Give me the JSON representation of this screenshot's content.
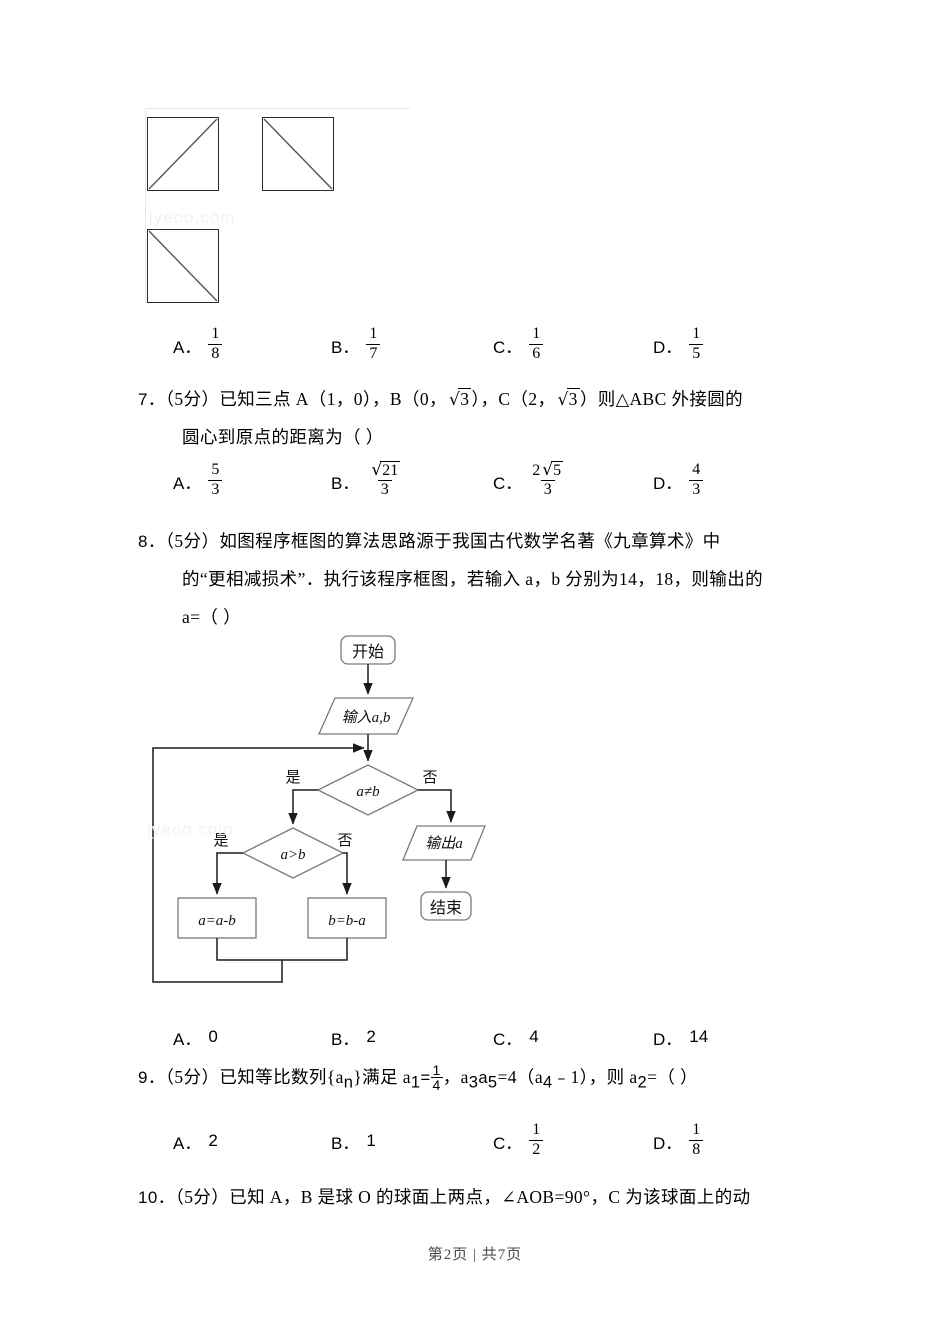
{
  "page": {
    "footer": "第2页 | 共7页",
    "watermark": "jyeoo.com"
  },
  "figure_squares": {
    "caption": "",
    "squares": [
      {
        "label": "square-1",
        "diagonal": "bottom-left-to-top-right"
      },
      {
        "label": "square-2",
        "diagonal": "top-left-to-bottom-right"
      },
      {
        "label": "square-3",
        "diagonal": "top-left-to-bottom-right"
      }
    ]
  },
  "q6_options": {
    "a_label": "A．",
    "a_num": "1",
    "a_den": "8",
    "b_label": "B．",
    "b_num": "1",
    "b_den": "7",
    "c_label": "C．",
    "c_num": "1",
    "c_den": "6",
    "d_label": "D．",
    "d_num": "1",
    "d_den": "5"
  },
  "q7": {
    "number": "7．",
    "score": "（5分）",
    "line1_a": "已知三点 A（1，0），B（0，",
    "line1_sqrt1": "3",
    "line1_b": "），C（2，",
    "line1_sqrt2": "3",
    "line1_c": "）则△ABC 外接圆的",
    "line2": "圆心到原点的距离为（      ）",
    "options": {
      "a_label": "A．",
      "a_num": "5",
      "a_den": "3",
      "b_label": "B．",
      "b_num_radicand": "21",
      "b_den": "3",
      "c_label": "C．",
      "c_num_coef": "2",
      "c_num_radicand": "5",
      "c_den": "3",
      "d_label": "D．",
      "d_num": "4",
      "d_den": "3"
    }
  },
  "q8": {
    "number": "8．",
    "score": "（5分）",
    "line1": "如图程序框图的算法思路源于我国古代数学名著《九章算术》中",
    "line2": "的“更相减损术”．执行该程序框图，若输入 a，b 分别为14，18，则输出的",
    "line3": "a=（        ）",
    "flowchart": {
      "start": "开始",
      "input": "输入a,b",
      "decision1": "a≠b",
      "decision1_yes": "是",
      "decision1_no": "否",
      "decision2": "a>b",
      "decision2_yes": "是",
      "decision2_no": "否",
      "process_left": "a=a-b",
      "process_right": "b=b-a",
      "output": "输出a",
      "end": "结束"
    },
    "options": {
      "a_label": "A．",
      "a_value": "0",
      "b_label": "B．",
      "b_value": "2",
      "c_label": "C．",
      "c_value": "4",
      "d_label": "D．",
      "d_value": "14"
    }
  },
  "q9": {
    "number": "9．",
    "score": "（5分）",
    "text_a": "已知等比数列{a",
    "text_a_sub": "n",
    "text_b": "}满足 a",
    "text_b_sub": "1",
    "text_c": "=",
    "frac_num": "1",
    "frac_den": "4",
    "text_d": "，a",
    "text_d_sub1": "3",
    "text_e": "a",
    "text_e_sub": "5",
    "text_f": "=4（a",
    "text_f_sub": "4",
    "text_g": "﹣1），则 a",
    "text_g_sub": "2",
    "text_h": "=（      ）",
    "options": {
      "a_label": "A．",
      "a_value": "2",
      "b_label": "B．",
      "b_value": "1",
      "c_label": "C．",
      "c_num": "1",
      "c_den": "2",
      "d_label": "D．",
      "d_num": "1",
      "d_den": "8"
    }
  },
  "q10": {
    "number": "10．",
    "score": "（5分）",
    "line1": "已知 A，B 是球 O 的球面上两点，∠AOB=90°，C 为该球面上的动"
  }
}
